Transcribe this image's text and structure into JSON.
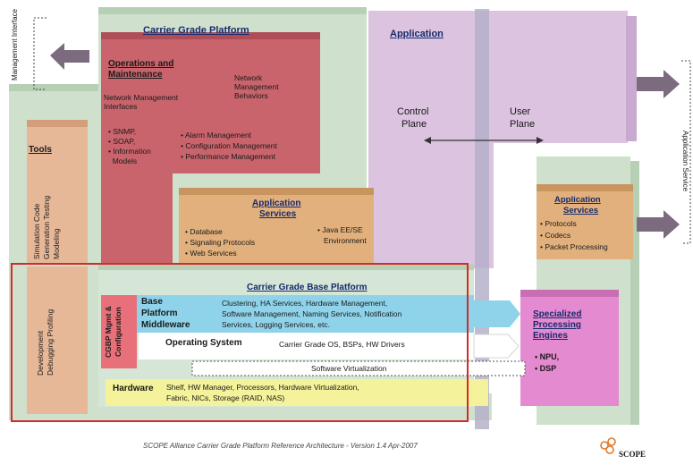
{
  "management_interface": "Management Interface",
  "application_service": "Application Service",
  "carrier_grade_platform": {
    "title": "Carrier Grade Platform"
  },
  "application": {
    "title": "Application"
  },
  "operations": {
    "title_line1": "Operations and",
    "title_line2": "Maintenance",
    "nm_interfaces_line1": "Network Management",
    "nm_interfaces_line2": "Interfaces",
    "nm_behaviors_line1": "Network",
    "nm_behaviors_line2": "Management",
    "nm_behaviors_line3": "Behaviors",
    "interfaces": [
      "• SNMP,",
      "• SOAP,",
      "• Information",
      "  Models"
    ],
    "behaviors": [
      "• Alarm Management",
      "• Configuration Management",
      "• Performance Management"
    ]
  },
  "control_plane": {
    "line1": "Control",
    "line2": "Plane"
  },
  "user_plane": {
    "line1": "User",
    "line2": "Plane"
  },
  "tools": {
    "title": "Tools",
    "upper": "Simulation Code Generation Testing Modeling",
    "lower": "Development Debugging Profiling"
  },
  "app_services_center": {
    "title_line1": "Application",
    "title_line2": "Services",
    "items": [
      "• Database",
      "• Signaling Protocols",
      "• Web  Services"
    ],
    "java_line1": "• Java EE/SE",
    "java_line2": "Environment"
  },
  "app_services_right": {
    "title_line1": "Application",
    "title_line2": "Services",
    "items": [
      "• Protocols",
      "• Codecs",
      "• Packet Processing"
    ]
  },
  "base_platform": {
    "title": "Carrier Grade Base Platform",
    "mgmt_label_line1": "CGBP Mgmt &",
    "mgmt_label_line2": "Configuration",
    "middleware_line1": "Base",
    "middleware_line2": "Platform",
    "middleware_line3": "Middleware",
    "middleware_items": [
      "Clustering, HA Services, Hardware Management,",
      "Software Management, Naming Services, Notification",
      "Services, Logging Services, etc."
    ],
    "os_title": "Operating System",
    "os_items": "Carrier Grade OS, BSPs, HW Drivers",
    "virtualization": "Software Virtualization",
    "hardware_title": "Hardware",
    "hardware_items": [
      "Shelf, HW Manager, Processors, Hardware Virtualization,",
      "Fabric, NICs, Storage (RAID, NAS)"
    ]
  },
  "specialized": {
    "title_line1": "Specialized",
    "title_line2": "Processing",
    "title_line3": "Engines",
    "items": [
      "• NPU,",
      "• DSP"
    ]
  },
  "footer": "SCOPE Alliance Carrier Grade Platform Reference Architecture - Version 1.4  Apr-2007",
  "logo_text": "SCOPE",
  "colors": {
    "platform_green": "#cfe1cd",
    "application_purple": "#dcc3e0",
    "operations_red": "#c9646c",
    "tools_orange": "#e6b898",
    "services_orange": "#e2b07c",
    "base_blue": "#8fd3ea",
    "hardware_yellow": "#f4f29a",
    "engines_pink": "#e48ad0",
    "highlight_red": "#d42a2a"
  }
}
